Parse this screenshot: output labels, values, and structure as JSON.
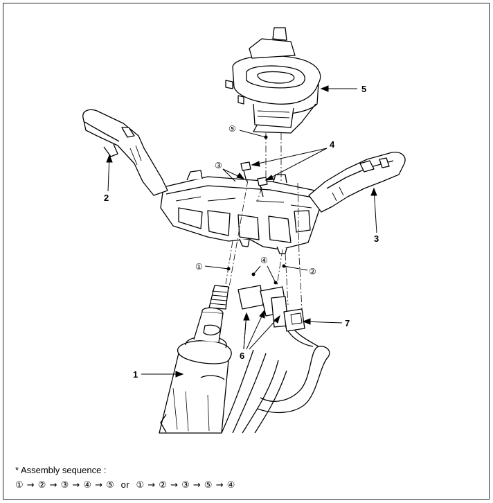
{
  "callouts": {
    "c1": "1",
    "c2": "2",
    "c3": "3",
    "c4a": "4",
    "c5": "5",
    "c6": "6",
    "c7": "7",
    "c4b": "4"
  },
  "step_marks": {
    "s5": "⑤",
    "s3": "③",
    "s1": "①",
    "s2": "②",
    "s4": "④"
  },
  "note": {
    "heading": "* Assembly sequence :",
    "sequence_a": "① → ② → ③ → ④ → ⑤",
    "or": "or",
    "sequence_b": "① → ② → ③ → ⑤ → ④"
  }
}
